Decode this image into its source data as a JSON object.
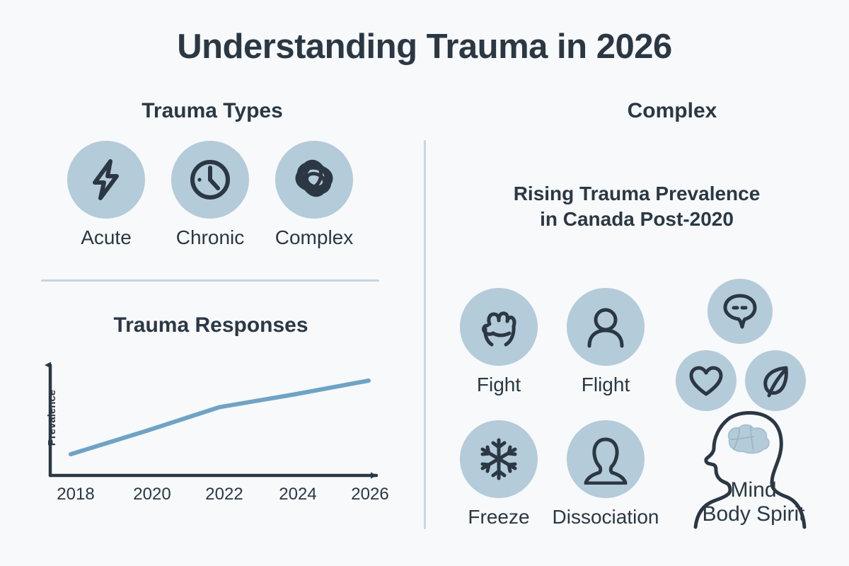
{
  "title": "Understanding Trauma in 2026",
  "colors": {
    "background": "#f7f9fb",
    "text": "#2b3844",
    "circle_fill": "#b4cbd9",
    "divider": "#c6d5e0",
    "line_series": "#6fa3c4"
  },
  "left_panel": {
    "heading": "Trauma Types",
    "types": [
      {
        "label": "Acute",
        "icon": "lightning-bolt-icon"
      },
      {
        "label": "Chronic",
        "icon": "clock-icon"
      },
      {
        "label": "Complex",
        "icon": "tangled-scribble-icon"
      }
    ],
    "chart_heading": "Trauma Responses"
  },
  "right_panel": {
    "heading": "Complex",
    "subtitle_line1": "Rising Trauma Prevalence",
    "subtitle_line2": "in Canada Post-2020",
    "responses": [
      {
        "label": "Fight",
        "icon": "fist-icon"
      },
      {
        "label": "Flight",
        "icon": "person-icon"
      },
      {
        "label": "Freeze",
        "icon": "snowflake-icon"
      },
      {
        "label": "Dissociation",
        "icon": "faded-person-icon"
      }
    ],
    "holistic": {
      "icons": [
        {
          "name": "speech-bubble-icon"
        },
        {
          "name": "heart-icon"
        },
        {
          "name": "leaf-icon"
        }
      ],
      "figure_icon": "head-with-brain-icon",
      "label_line1": "Mind",
      "label_line2": "Body Spirit"
    }
  },
  "chart_data": {
    "type": "line",
    "title": "Trauma Responses",
    "xlabel": "",
    "ylabel": "Prevalence",
    "grid": false,
    "legend": "none",
    "x": [
      2018,
      2020,
      2022,
      2024,
      2026
    ],
    "tick_labels": [
      "2018",
      "2020",
      "2022",
      "2024",
      "2026"
    ],
    "series": [
      {
        "name": "Prevalence",
        "color": "#6fa3c4",
        "values": [
          22,
          42,
          63,
          74,
          86
        ]
      }
    ],
    "xlim": [
      2017.3,
      2026.4
    ],
    "ylim": [
      0,
      100
    ]
  }
}
